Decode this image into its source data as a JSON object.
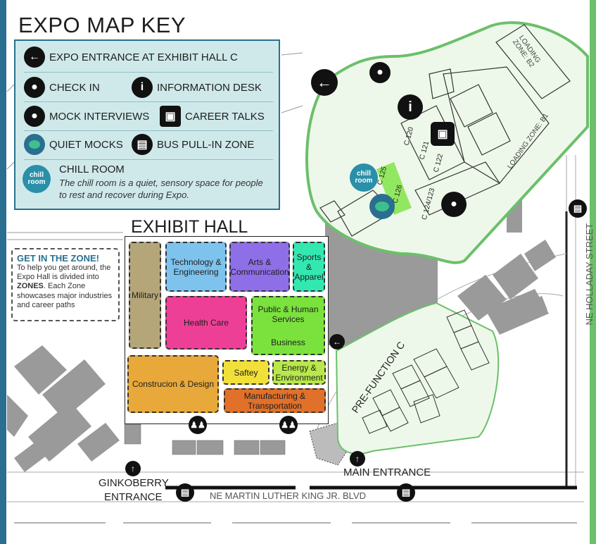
{
  "title": "EXPO MAP KEY",
  "key": {
    "items": [
      {
        "icon": "arrow-left-icon",
        "label": "EXPO ENTRANCE AT EXHIBIT HALL C"
      },
      {
        "icon": "location-pin-icon",
        "label": "CHECK IN"
      },
      {
        "icon": "info-icon",
        "label": "INFORMATION DESK"
      },
      {
        "icon": "speech-bubble-icon",
        "label": "MOCK INTERVIEWS"
      },
      {
        "icon": "presentation-icon",
        "label": "CAREER TALKS"
      },
      {
        "icon": "quiet-bubble-icon",
        "label": "QUIET MOCKS"
      },
      {
        "icon": "bus-icon",
        "label": "BUS PULL-IN ZONE"
      }
    ],
    "chill": {
      "badge": "chill room",
      "title": "CHILL ROOM",
      "desc": "The chill room is a quiet, sensory space for people to rest and recover during Expo."
    }
  },
  "zone_note": {
    "title": "GET IN THE ZONE!",
    "text_before": "To help you get around, the Expo Hall is divided into ",
    "text_bold": "ZONES",
    "text_after": ". Each Zone showcases major industries and career paths"
  },
  "exhibit_hall": {
    "title": "EXHIBIT HALL",
    "zones": [
      {
        "name": "Military",
        "color": "#b5a67a"
      },
      {
        "name": "Technology & Engineering",
        "color": "#7ec3ee"
      },
      {
        "name": "Arts & Communication",
        "color": "#8f6fe8"
      },
      {
        "name": "Sports & Apparel",
        "color": "#33e8b0"
      },
      {
        "name": "Health Care",
        "color": "#ee3f96"
      },
      {
        "name": "Public & Human Services",
        "color": "#7be23d"
      },
      {
        "name": "Business",
        "color": "#7be23d"
      },
      {
        "name": "Construcion & Design",
        "color": "#e8a93a"
      },
      {
        "name": "Saftey",
        "color": "#f2e03a"
      },
      {
        "name": "Energy & Environment",
        "color": "#b9e84a"
      },
      {
        "name": "Manufacturing & Transportation",
        "color": "#e0702a"
      }
    ]
  },
  "rooms": [
    "C 120",
    "C 121",
    "C 122",
    "C 124/123",
    "C 125",
    "C 126"
  ],
  "labels": {
    "loading_b2": "LOADING ZONE: B2",
    "loading_b1": "LOADING ZONE: B1",
    "prefunction": "PRE-FUNCTION C",
    "main_entrance": "MAIN ENTRANCE",
    "ginkoberry": "GINKOBERRY",
    "ginkoberry2": "ENTRANCE",
    "mlk": "NE MARTIN LUTHER KING JR. BLVD",
    "holladay": "NE HOLLADAY STREET"
  },
  "colors": {
    "left_border": "#2a6f8f",
    "right_border": "#6cc06a",
    "key_bg": "#cfe9ea",
    "inset_bg": "#eef8ea",
    "inset_border": "#6cc06a",
    "building": "#9a9a9a"
  }
}
